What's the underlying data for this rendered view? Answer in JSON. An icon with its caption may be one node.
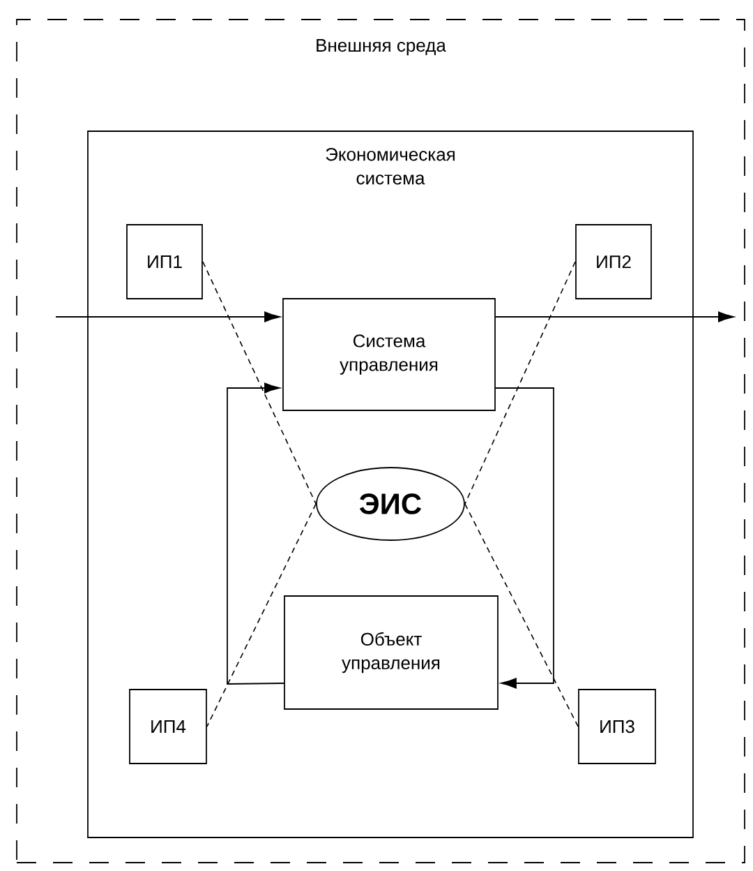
{
  "diagram": {
    "nodes": [
      {
        "text": [
          "Внешняя среда"
        ]
      },
      {
        "text": [
          "Экономическая система"
        ],
        "in": 0
      },
      {
        "text": [
          "ИП1"
        ],
        "in": 1
      },
      {
        "text": [
          "ИП2"
        ],
        "in": 1
      },
      {
        "text": [
          "Система управления"
        ],
        "in": 1
      },
      {
        "text": [
          "ЭИС"
        ],
        "in": 1
      },
      {
        "text": [
          "Объект управления"
        ],
        "in": 1
      },
      {
        "text": [
          "ИП4"
        ],
        "in": 1
      },
      {
        "text": [
          "ИП3"
        ],
        "in": 1
      }
    ],
    "edges": [
      {
        "from": null,
        "to": 4,
        "arrow": "to"
      },
      {
        "from": 4,
        "to": null,
        "arrow": "to"
      },
      {
        "from": 6,
        "to": 4,
        "arrow": "to"
      },
      {
        "from": 4,
        "to": 6,
        "arrow": "to"
      },
      {
        "from": 2,
        "to": 5,
        "arrow": "none",
        "style": "dashed"
      },
      {
        "from": 3,
        "to": 5,
        "arrow": "none",
        "style": "dashed"
      },
      {
        "from": 5,
        "to": 7,
        "arrow": "none",
        "style": "dashed"
      },
      {
        "from": 5,
        "to": 8,
        "arrow": "none",
        "style": "dashed"
      }
    ]
  }
}
